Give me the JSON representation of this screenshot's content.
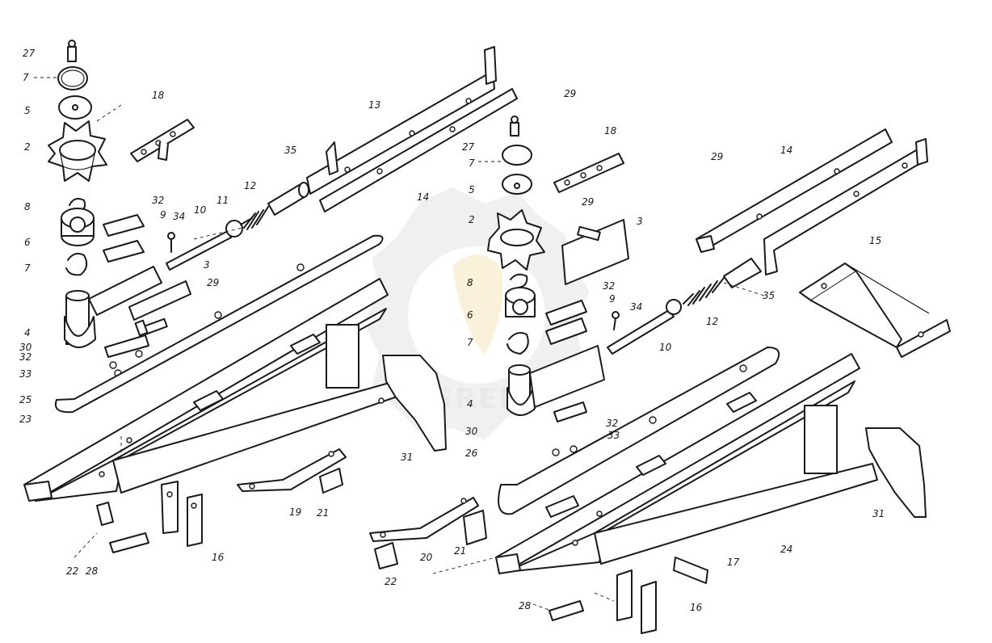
{
  "watermark": {
    "text": "GREEN",
    "color": "#d9d9d9",
    "accent": "#f3e3b0"
  },
  "colors": {
    "line": "#1a1a1a",
    "background": "#ffffff"
  },
  "callouts_left": {
    "l27": "27",
    "l7a": "7",
    "l5": "5",
    "l2": "2",
    "l18": "18",
    "l8": "8",
    "l6": "6",
    "l7b": "7",
    "l32": "32",
    "l9": "9",
    "l34": "34",
    "l10": "10",
    "l11": "11",
    "l12": "12",
    "l35": "35",
    "l13": "13",
    "l14": "14",
    "l3": "3",
    "l29": "29",
    "l4": "4",
    "l30": "30",
    "l32b": "32",
    "l33": "33",
    "l25": "25",
    "l23": "23",
    "l31": "31",
    "l19": "19",
    "l21": "21",
    "l16": "16",
    "l22": "22",
    "l28": "28"
  },
  "callouts_right": {
    "r29a": "29",
    "r18": "18",
    "r27": "27",
    "r7a": "7",
    "r5": "5",
    "r29b": "29",
    "r3": "3",
    "r2": "2",
    "r8": "8",
    "r6": "6",
    "r7b": "7",
    "r32": "32",
    "r9": "9",
    "r34": "34",
    "r10": "10",
    "r4": "4",
    "r30": "30",
    "r26": "26",
    "r32b": "32",
    "r33": "33",
    "r12": "12",
    "r35": "35",
    "r29c": "29",
    "r14": "14",
    "r15": "15",
    "r31": "31",
    "r24": "24",
    "r17": "17",
    "r20": "20",
    "r21": "21",
    "r22": "22",
    "r28": "28",
    "r16": "16"
  }
}
